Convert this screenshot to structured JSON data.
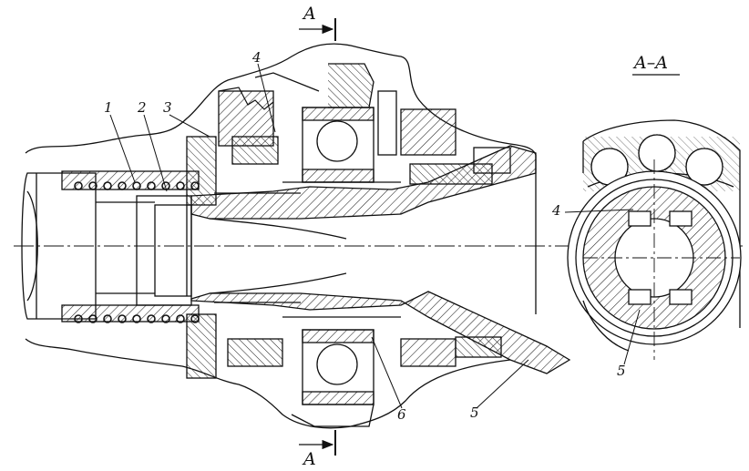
{
  "section": {
    "letter_top": "A",
    "letter_bottom": "A",
    "view_title": "A–A"
  },
  "callouts": {
    "c1": "1",
    "c2": "2",
    "c3": "3",
    "c4_main": "4",
    "c4_section": "4",
    "c5_main": "5",
    "c5_section": "5",
    "c6": "6"
  },
  "colors": {
    "ink": "#111111",
    "paper": "#ffffff",
    "hatch": "#222222"
  }
}
